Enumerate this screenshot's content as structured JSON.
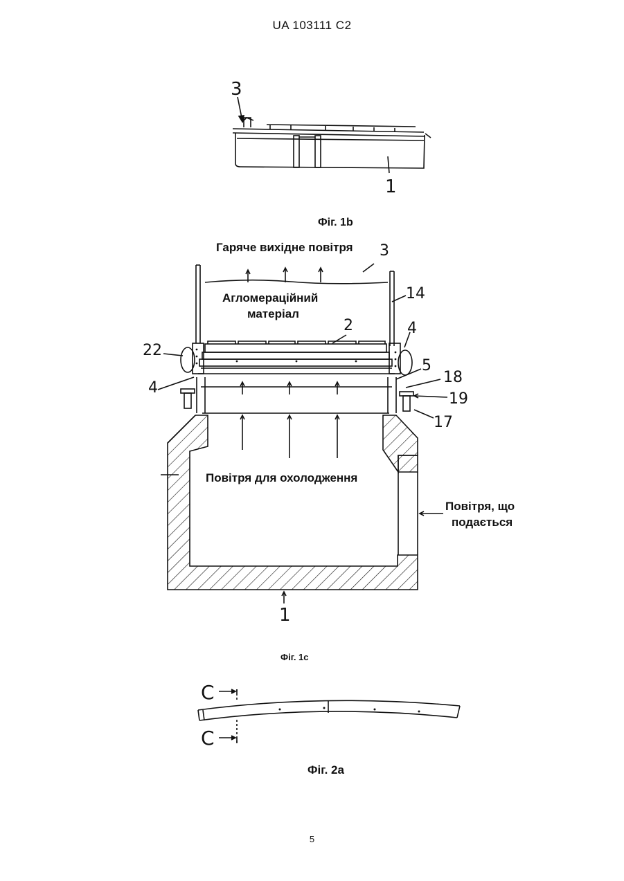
{
  "header": {
    "patent_id": "UA   103111   C2"
  },
  "figures": {
    "fig1b": {
      "caption": "Фіг. 1b",
      "callouts": [
        "3",
        "1"
      ]
    },
    "fig1c": {
      "caption": "Фіг. 1c",
      "labels": {
        "hot_air": "Гаряче вихідне повітря",
        "agglomeration_line1": "Агломераційний",
        "agglomeration_line2": "матеріал",
        "cooling_air": "Повітря для охолодження",
        "supplied_air_line1": "Повітря, що",
        "supplied_air_line2": "подається"
      },
      "callouts": [
        "3",
        "14",
        "2",
        "22",
        "4",
        "4",
        "5",
        "18",
        "19",
        "17",
        "1"
      ]
    },
    "fig2a": {
      "caption": "Фіг. 2а",
      "section_marks": [
        "C",
        "C"
      ]
    }
  },
  "footer": {
    "page_number": "5"
  }
}
